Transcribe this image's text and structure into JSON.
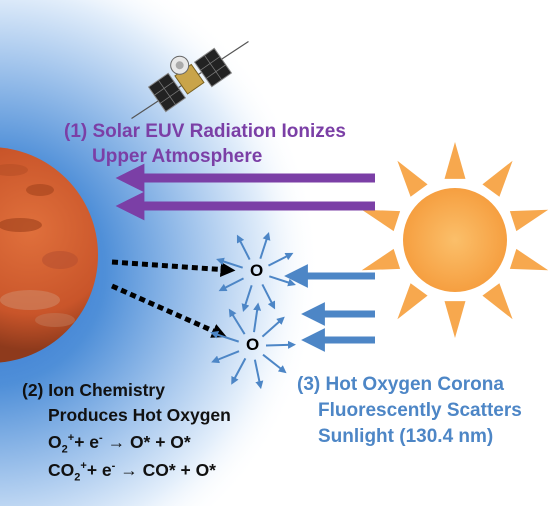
{
  "labels": {
    "step1_line1": "(1) Solar EUV Radiation Ionizes",
    "step1_line2": "Upper Atmosphere",
    "step2_line1": "(2) Ion Chemistry",
    "step2_line2": "Produces Hot Oxygen",
    "step3_line1": "(3) Hot Oxygen Corona",
    "step3_line2": "Fluorescently Scatters",
    "step3_line3": "Sunlight (130.4 nm)"
  },
  "reactions": {
    "r1": {
      "ion": "O",
      "ion_sub": "2",
      "ion_sup": "+",
      "rest": "+ e",
      "e_sup": "-",
      "arrow": "→",
      "products": "O* + O*"
    },
    "r2": {
      "ion": "CO",
      "ion_sub": "2",
      "ion_sup": "+",
      "rest": "+ e",
      "e_sup": "-",
      "arrow": "→",
      "products": "CO* + O*"
    }
  },
  "atoms": {
    "atom1": "O",
    "atom2": "O"
  },
  "colors": {
    "purple": "#7b3fa6",
    "blue": "#4d86c6",
    "sun": "#f7a84e",
    "mars": "#c9552a",
    "glow": "#4f8fd8"
  },
  "icons": [
    "satellite-icon",
    "sun-icon",
    "mars-planet-icon"
  ]
}
